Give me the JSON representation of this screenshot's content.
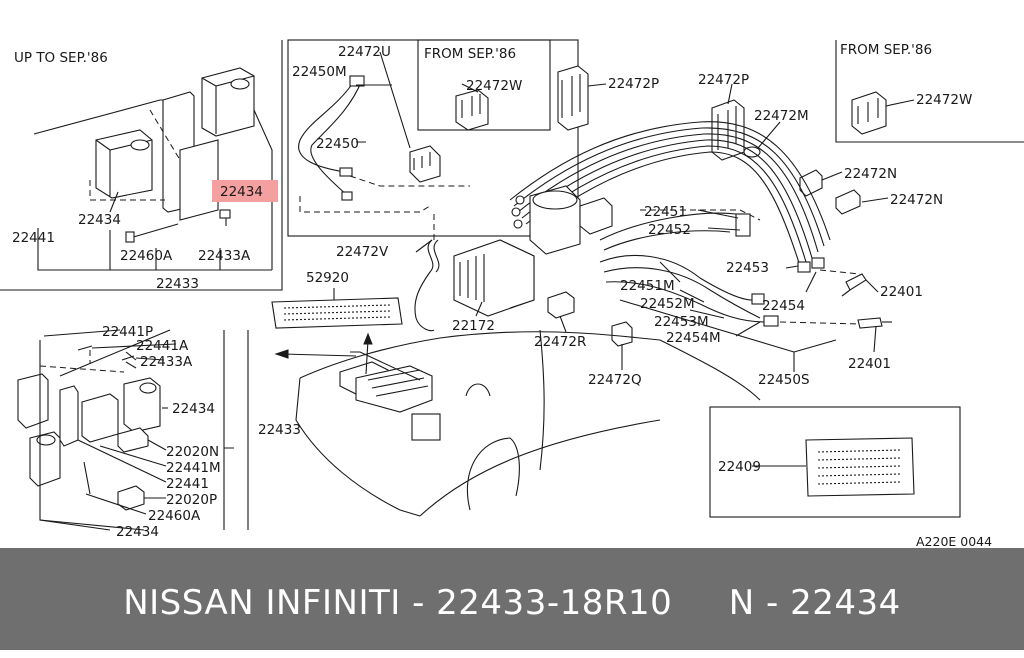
{
  "footer": {
    "text": "NISSAN INFINITI - 22433-18R10     N - 22434"
  },
  "diagram_code": "A220E 0044",
  "highlight_color": "#f4a0a0",
  "footer_bg_color": "#6f6f6f",
  "notes": {
    "up_to": "UP TO SEP.'86",
    "from_center": "FROM SEP.'86",
    "from_right": "FROM SEP.'86"
  },
  "labels": {
    "l22434_hi": "22434",
    "l22434_a": "22434",
    "l22441_a": "22441",
    "l22460A_a": "22460A",
    "l22433A_a": "22433A",
    "l22433_a": "22433",
    "l22450M": "22450M",
    "l22450": "22450",
    "l22472U": "22472U",
    "l22472W_c": "22472W",
    "l22472P_a": "22472P",
    "l22472P_b": "22472P",
    "l22472M": "22472M",
    "l22472W_r": "22472W",
    "l22472N_a": "22472N",
    "l22472N_b": "22472N",
    "l22451": "22451",
    "l22452": "22452",
    "l22453": "22453",
    "l22454": "22454",
    "l22401_a": "22401",
    "l22401_b": "22401",
    "l22472V": "22472V",
    "l52920": "52920",
    "l22172": "22172",
    "l22451M": "22451M",
    "l22452M": "22452M",
    "l22453M": "22453M",
    "l22454M": "22454M",
    "l22472R": "22472R",
    "l22472Q": "22472Q",
    "l22450S": "22450S",
    "l22441P": "22441P",
    "l22441A": "22441A",
    "l22433A_b": "22433A",
    "l22434_b": "22434",
    "l22433_b": "22433",
    "l22020N": "22020N",
    "l22441M": "22441M",
    "l22441_b": "22441",
    "l22020P": "22020P",
    "l22460A_b": "22460A",
    "l22434_c": "22434",
    "l22409": "22409"
  }
}
